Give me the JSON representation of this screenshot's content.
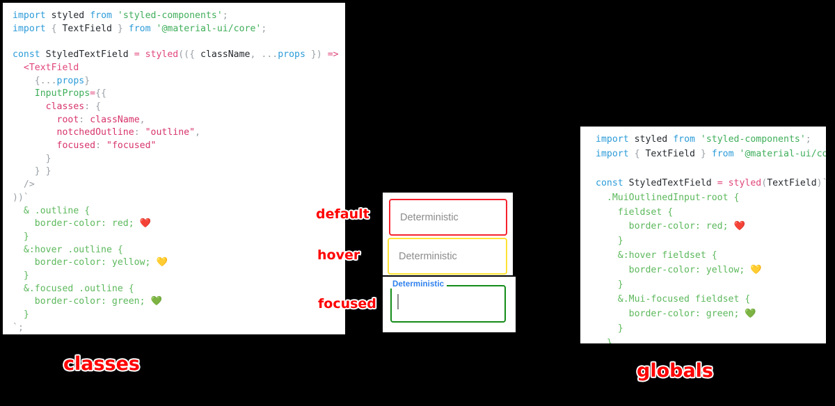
{
  "background_color": "#000000",
  "panels": {
    "classes": {
      "caption": "classes",
      "lines": [
        [
          {
            "t": "import",
            "c": "kw"
          },
          {
            "t": " ",
            "c": "plain"
          },
          {
            "t": "styled",
            "c": "plain"
          },
          {
            "t": " ",
            "c": "plain"
          },
          {
            "t": "from",
            "c": "kw"
          },
          {
            "t": " ",
            "c": "plain"
          },
          {
            "t": "'styled-components'",
            "c": "str"
          },
          {
            "t": ";",
            "c": "punc"
          }
        ],
        [
          {
            "t": "import",
            "c": "kw"
          },
          {
            "t": " ",
            "c": "plain"
          },
          {
            "t": "{",
            "c": "punc"
          },
          {
            "t": " TextField ",
            "c": "plain"
          },
          {
            "t": "}",
            "c": "punc"
          },
          {
            "t": " ",
            "c": "plain"
          },
          {
            "t": "from",
            "c": "kw"
          },
          {
            "t": " ",
            "c": "plain"
          },
          {
            "t": "'@material-ui/core'",
            "c": "str"
          },
          {
            "t": ";",
            "c": "punc"
          }
        ],
        [],
        [
          {
            "t": "const",
            "c": "kw"
          },
          {
            "t": " StyledTextField ",
            "c": "plain"
          },
          {
            "t": "=",
            "c": "fn"
          },
          {
            "t": " ",
            "c": "plain"
          },
          {
            "t": "styled",
            "c": "fn"
          },
          {
            "t": "((",
            "c": "punc"
          },
          {
            "t": "{ ",
            "c": "punc"
          },
          {
            "t": "className",
            "c": "plain"
          },
          {
            "t": ",",
            "c": "punc"
          },
          {
            "t": " ",
            "c": "plain"
          },
          {
            "t": "...",
            "c": "punc"
          },
          {
            "t": "props",
            "c": "var"
          },
          {
            "t": " }",
            "c": "punc"
          },
          {
            "t": ")",
            "c": "punc"
          },
          {
            "t": " ",
            "c": "plain"
          },
          {
            "t": "=>",
            "c": "fn"
          },
          {
            "t": " ",
            "c": "plain"
          },
          {
            "t": "(",
            "c": "punc"
          }
        ],
        [
          {
            "t": "  ",
            "c": "plain"
          },
          {
            "t": "<TextField",
            "c": "tag"
          }
        ],
        [
          {
            "t": "    ",
            "c": "plain"
          },
          {
            "t": "{",
            "c": "punc"
          },
          {
            "t": "...",
            "c": "punc"
          },
          {
            "t": "props",
            "c": "var"
          },
          {
            "t": "}",
            "c": "punc"
          }
        ],
        [
          {
            "t": "    ",
            "c": "plain"
          },
          {
            "t": "InputProps",
            "c": "attr"
          },
          {
            "t": "=",
            "c": "fn"
          },
          {
            "t": "{{",
            "c": "punc"
          }
        ],
        [
          {
            "t": "      ",
            "c": "plain"
          },
          {
            "t": "classes",
            "c": "prop"
          },
          {
            "t": ":",
            "c": "punc"
          },
          {
            "t": " ",
            "c": "plain"
          },
          {
            "t": "{",
            "c": "punc"
          }
        ],
        [
          {
            "t": "        ",
            "c": "plain"
          },
          {
            "t": "root",
            "c": "prop"
          },
          {
            "t": ":",
            "c": "punc"
          },
          {
            "t": " ",
            "c": "plain"
          },
          {
            "t": "className",
            "c": "prop"
          },
          {
            "t": ",",
            "c": "punc"
          }
        ],
        [
          {
            "t": "        ",
            "c": "plain"
          },
          {
            "t": "notchedOutline",
            "c": "prop"
          },
          {
            "t": ":",
            "c": "punc"
          },
          {
            "t": " ",
            "c": "plain"
          },
          {
            "t": "\"outline\"",
            "c": "prop"
          },
          {
            "t": ",",
            "c": "punc"
          }
        ],
        [
          {
            "t": "        ",
            "c": "plain"
          },
          {
            "t": "focused",
            "c": "prop"
          },
          {
            "t": ":",
            "c": "punc"
          },
          {
            "t": " ",
            "c": "plain"
          },
          {
            "t": "\"focused\"",
            "c": "prop"
          }
        ],
        [
          {
            "t": "      ",
            "c": "plain"
          },
          {
            "t": "}",
            "c": "punc"
          }
        ],
        [
          {
            "t": "    ",
            "c": "plain"
          },
          {
            "t": "} }",
            "c": "punc"
          }
        ],
        [
          {
            "t": "  ",
            "c": "plain"
          },
          {
            "t": "/>",
            "c": "punc"
          }
        ],
        [
          {
            "t": "))",
            "c": "punc"
          },
          {
            "t": "`",
            "c": "punc"
          }
        ],
        [
          {
            "t": "  ",
            "c": "plain"
          },
          {
            "t": "& .outline {",
            "c": "css"
          }
        ],
        [
          {
            "t": "    ",
            "c": "plain"
          },
          {
            "t": "border-color: red; ",
            "c": "css"
          },
          {
            "t": "❤️",
            "c": "emoji"
          }
        ],
        [
          {
            "t": "  ",
            "c": "plain"
          },
          {
            "t": "}",
            "c": "css"
          }
        ],
        [
          {
            "t": "  ",
            "c": "plain"
          },
          {
            "t": "&:hover .outline {",
            "c": "css"
          }
        ],
        [
          {
            "t": "    ",
            "c": "plain"
          },
          {
            "t": "border-color: yellow; ",
            "c": "css"
          },
          {
            "t": "💛",
            "c": "emoji"
          }
        ],
        [
          {
            "t": "  ",
            "c": "plain"
          },
          {
            "t": "}",
            "c": "css"
          }
        ],
        [
          {
            "t": "  ",
            "c": "plain"
          },
          {
            "t": "&.focused .outline {",
            "c": "css"
          }
        ],
        [
          {
            "t": "    ",
            "c": "plain"
          },
          {
            "t": "border-color: green; ",
            "c": "css"
          },
          {
            "t": "💚",
            "c": "emoji"
          }
        ],
        [
          {
            "t": "  ",
            "c": "plain"
          },
          {
            "t": "}",
            "c": "css"
          }
        ],
        [
          {
            "t": "`",
            "c": "punc"
          },
          {
            "t": ";",
            "c": "punc"
          }
        ]
      ]
    },
    "globals": {
      "caption": "globals",
      "lines": [
        [
          {
            "t": "import",
            "c": "kw"
          },
          {
            "t": " ",
            "c": "plain"
          },
          {
            "t": "styled",
            "c": "plain"
          },
          {
            "t": " ",
            "c": "plain"
          },
          {
            "t": "from",
            "c": "kw"
          },
          {
            "t": " ",
            "c": "plain"
          },
          {
            "t": "'styled-components'",
            "c": "str"
          },
          {
            "t": ";",
            "c": "punc"
          }
        ],
        [
          {
            "t": "import",
            "c": "kw"
          },
          {
            "t": " ",
            "c": "plain"
          },
          {
            "t": "{",
            "c": "punc"
          },
          {
            "t": " TextField ",
            "c": "plain"
          },
          {
            "t": "}",
            "c": "punc"
          },
          {
            "t": " ",
            "c": "plain"
          },
          {
            "t": "from",
            "c": "kw"
          },
          {
            "t": " ",
            "c": "plain"
          },
          {
            "t": "'@material-ui/core'",
            "c": "str"
          },
          {
            "t": ";",
            "c": "punc"
          }
        ],
        [],
        [
          {
            "t": "const",
            "c": "kw"
          },
          {
            "t": " StyledTextField ",
            "c": "plain"
          },
          {
            "t": "=",
            "c": "fn"
          },
          {
            "t": " ",
            "c": "plain"
          },
          {
            "t": "styled",
            "c": "fn"
          },
          {
            "t": "(",
            "c": "punc"
          },
          {
            "t": "TextField",
            "c": "plain"
          },
          {
            "t": ")",
            "c": "punc"
          },
          {
            "t": "`",
            "c": "punc"
          }
        ],
        [
          {
            "t": "  ",
            "c": "plain"
          },
          {
            "t": ".MuiOutlinedInput-root {",
            "c": "css"
          }
        ],
        [
          {
            "t": "    ",
            "c": "plain"
          },
          {
            "t": "fieldset {",
            "c": "css"
          }
        ],
        [
          {
            "t": "      ",
            "c": "plain"
          },
          {
            "t": "border-color: red; ",
            "c": "css"
          },
          {
            "t": "❤️",
            "c": "emoji"
          }
        ],
        [
          {
            "t": "    ",
            "c": "plain"
          },
          {
            "t": "}",
            "c": "css"
          }
        ],
        [
          {
            "t": "    ",
            "c": "plain"
          },
          {
            "t": "&:hover fieldset {",
            "c": "css"
          }
        ],
        [
          {
            "t": "      ",
            "c": "plain"
          },
          {
            "t": "border-color: yellow; ",
            "c": "css"
          },
          {
            "t": "💛",
            "c": "emoji"
          }
        ],
        [
          {
            "t": "    ",
            "c": "plain"
          },
          {
            "t": "}",
            "c": "css"
          }
        ],
        [
          {
            "t": "    ",
            "c": "plain"
          },
          {
            "t": "&.Mui-focused fieldset {",
            "c": "css"
          }
        ],
        [
          {
            "t": "      ",
            "c": "plain"
          },
          {
            "t": "border-color: green; ",
            "c": "css"
          },
          {
            "t": "💚",
            "c": "emoji"
          }
        ],
        [
          {
            "t": "    ",
            "c": "plain"
          },
          {
            "t": "}",
            "c": "css"
          }
        ],
        [
          {
            "t": "  ",
            "c": "plain"
          },
          {
            "t": "}",
            "c": "css"
          }
        ],
        [
          {
            "t": "`",
            "c": "punc"
          },
          {
            "t": ";",
            "c": "punc"
          }
        ]
      ]
    }
  },
  "demo": {
    "states": {
      "default_label": "default",
      "hover_label": "hover",
      "focused_label": "focused"
    },
    "fields": {
      "default": {
        "text": "Deterministic",
        "border_color": "#f5222d"
      },
      "hover": {
        "text": "Deterministic",
        "border_color": "#ffe234"
      },
      "focused": {
        "floating_label": "Deterministic",
        "value": "",
        "border_color": "#128c18",
        "label_color": "#2f80ed"
      }
    }
  },
  "accent_colors": {
    "annotation_red": "#ff0000",
    "red": "#f5222d",
    "yellow": "#ffe234",
    "green": "#128c18",
    "blue": "#2f80ed"
  }
}
